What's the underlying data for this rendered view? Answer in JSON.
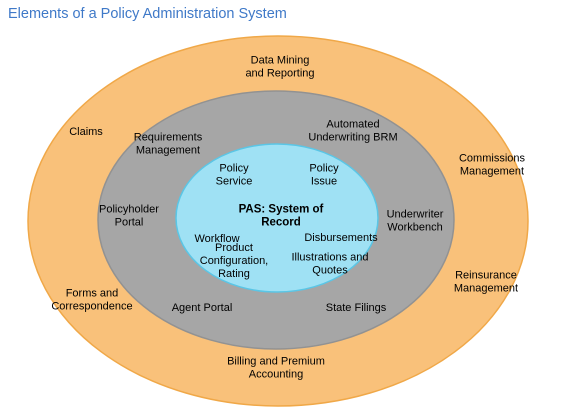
{
  "title": "Elements of a Policy Administration System",
  "colors": {
    "title": "#3f79c8",
    "outer_ring_fill": "#f9c17a",
    "outer_ring_stroke": "#f0a848",
    "middle_ring_fill": "#a6a6a6",
    "middle_ring_stroke": "#929292",
    "core_fill": "#9fe1f4",
    "core_stroke": "#5ac6e6"
  },
  "outer_ring": {
    "items": [
      [
        "Data Mining",
        "and Reporting"
      ],
      [
        "Claims"
      ],
      [
        "Commissions",
        "Management"
      ],
      [
        "Forms and",
        "Correspondence"
      ],
      [
        "Reinsurance",
        "Management"
      ],
      [
        "Billing and Premium",
        "Accounting"
      ]
    ]
  },
  "middle_ring": {
    "items": [
      [
        "Requirements",
        "Management"
      ],
      [
        "Automated",
        "Underwriting BRM"
      ],
      [
        "Policyholder",
        "Portal"
      ],
      [
        "Underwriter",
        "Workbench"
      ],
      [
        "Agent Portal"
      ],
      [
        "State Filings"
      ]
    ]
  },
  "core": {
    "center_label": [
      "PAS: System of",
      "Record"
    ],
    "items": [
      [
        "Policy",
        "Service"
      ],
      [
        "Policy",
        "Issue"
      ],
      [
        "Workflow"
      ],
      [
        "Disbursements"
      ],
      [
        "Product",
        "Configuration,",
        "Rating"
      ],
      [
        "Illustrations and",
        "Quotes"
      ]
    ]
  }
}
